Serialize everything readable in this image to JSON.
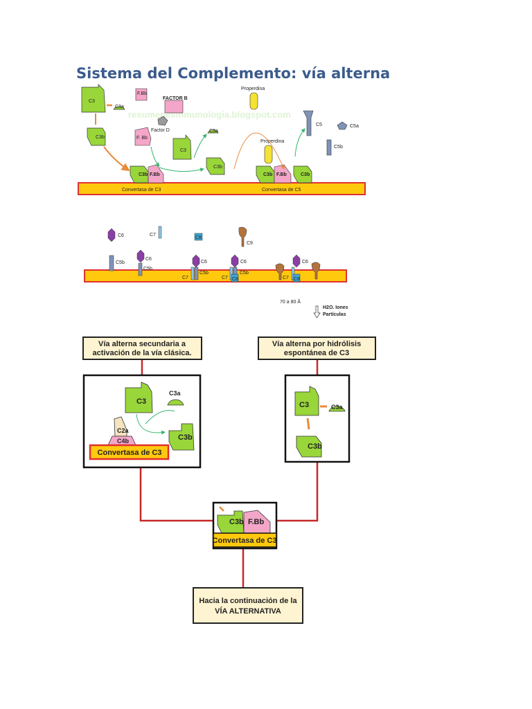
{
  "title": "Sistema del Complemento: vía alterna",
  "watermark": "resumenesinmunologia.blogspot.com",
  "colors": {
    "membrane": "#ffc90e",
    "membrane_border": "#e03030",
    "c3": "#99d63a",
    "fbb": "#f4a6c8",
    "properdina": "#f5e232",
    "c6": "#8a3fa3",
    "c5b": "#7f93b8",
    "c8": "#3fa8d8",
    "c9": "#b3733e",
    "box_fill": "#fff4d1",
    "connector": "#c62828",
    "arrow_orange": "#e88a3a",
    "arrow_green": "#33b56e"
  },
  "panel1": {
    "c3_top": "C3",
    "c3a_top": "C3a",
    "fbb_small": "F.Bb",
    "factor_b": "FACTOR B",
    "factor_d": "Factor D",
    "c3b_left": "C3b",
    "fbb_mid": "F. Bb",
    "c3_mid": "C3",
    "c3a_mid": "C3a",
    "c3b_mid": "C3b",
    "properdina_top": "Properdina",
    "properdina_mid": "Properdina",
    "c5": "C5",
    "c5a": "C5a",
    "c5b": "C5b",
    "complex1_c3b": "C3b",
    "complex1_fbb": "F.Bb",
    "complex2_c3b": "C3b",
    "complex2_fbb": "F.Bb",
    "complex2_c3b_right": "C3b",
    "convertasa_c3": "Convertasa de C3",
    "convertasa_c5": "Convertasa de C5"
  },
  "panel2": {
    "c6": "C6",
    "c7": "C7",
    "c8": "C8",
    "c9": "C9",
    "c5b_1": "C5b",
    "c6_2": "C6",
    "c5b_2": "C5b",
    "c6_3": "C6",
    "c7_3": "C7",
    "c5b_3": "C5b",
    "c6_4": "C6",
    "c7_4": "C7",
    "c8_4": "C8",
    "c5b_4": "C5b",
    "c6_5": "C6",
    "c7_5": "C7",
    "c8_5": "C8",
    "pore_size": "70 a 80 Å",
    "h2o_line1": "H2O. Iones",
    "h2o_line2": "Partículas"
  },
  "flow": {
    "left_header_line1": "Vía alterna secundaria a",
    "left_header_line2": "activación de la vía clásica.",
    "right_header_line1": "Vía alterna por hidrólisis",
    "right_header_line2": "espontánea de C3",
    "left_c3": "C3",
    "left_c3a": "C3a",
    "left_c2a": "C2a",
    "left_c4b": "C4b",
    "left_c3b": "C3b",
    "left_convertasa": "Convertasa de C3",
    "right_c3": "C3",
    "right_c3a": "C3a",
    "right_c3b": "C3b",
    "center_c3b": "C3b",
    "center_fbb": "F.Bb",
    "center_convertasa": "Convertasa de C3",
    "final_line1": "Hacia la continuación de la",
    "final_line2": "VÍA ALTERNATIVA"
  }
}
